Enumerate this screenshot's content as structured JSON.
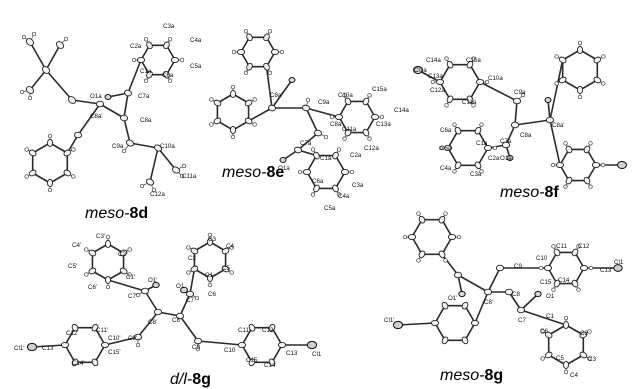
{
  "panels": {
    "meso_8d": {
      "caption_prefix": "meso-",
      "caption_id": "8d",
      "atom_labels": [
        "C3a",
        "C4a",
        "C2a",
        "C5a",
        "C1a",
        "C6a",
        "O1a",
        "C7a",
        "C8a",
        "C8a'",
        "C9a",
        "C10a",
        "C11a",
        "C12a"
      ]
    },
    "meso_8e": {
      "caption_prefix": "meso-",
      "caption_id": "8e",
      "atom_labels": [
        "C8a'",
        "C9a",
        "C10a",
        "C15a",
        "C14a",
        "C11a",
        "C13a",
        "C12a",
        "C8a",
        "C7a",
        "O1a",
        "C1a",
        "C2a",
        "C6a",
        "C3a",
        "C4a",
        "C5a"
      ]
    },
    "meso_8f": {
      "caption_prefix": "meso-",
      "caption_id": "8f",
      "atom_labels": [
        "C14a",
        "Cl1a",
        "C13a",
        "C12a",
        "C15a",
        "C10a",
        "C11a",
        "C9a",
        "C8a",
        "C8a'",
        "C7a",
        "C1a",
        "C6a",
        "C5a",
        "C4a",
        "C3a",
        "C2a",
        "O1a"
      ]
    },
    "dl_8g": {
      "caption_prefix": "d/l-",
      "caption_id": "8g",
      "atom_labels": [
        "C4'",
        "C3'",
        "C2'",
        "C5'",
        "C1'",
        "C6'",
        "O1'",
        "C7'",
        "C8'",
        "C9'",
        "C10'",
        "C11'",
        "C12'",
        "C13'",
        "C14'",
        "C15'",
        "Cl1'",
        "O1",
        "C3",
        "C4",
        "C2",
        "C1",
        "C5",
        "C6",
        "C7",
        "C8",
        "C9",
        "C10",
        "C11",
        "C12",
        "C13",
        "C14",
        "C15",
        "Cl1"
      ]
    },
    "meso_8g": {
      "caption_prefix": "meso-",
      "caption_id": "8g",
      "atom_labels": [
        "C11",
        "C12",
        "C10",
        "C13",
        "C9",
        "C15",
        "C14",
        "O1'",
        "C8'",
        "C8",
        "C7",
        "O1",
        "C1",
        "C2",
        "C6",
        "C5",
        "C3",
        "C4",
        "Cl1'",
        "Cl1"
      ]
    }
  }
}
